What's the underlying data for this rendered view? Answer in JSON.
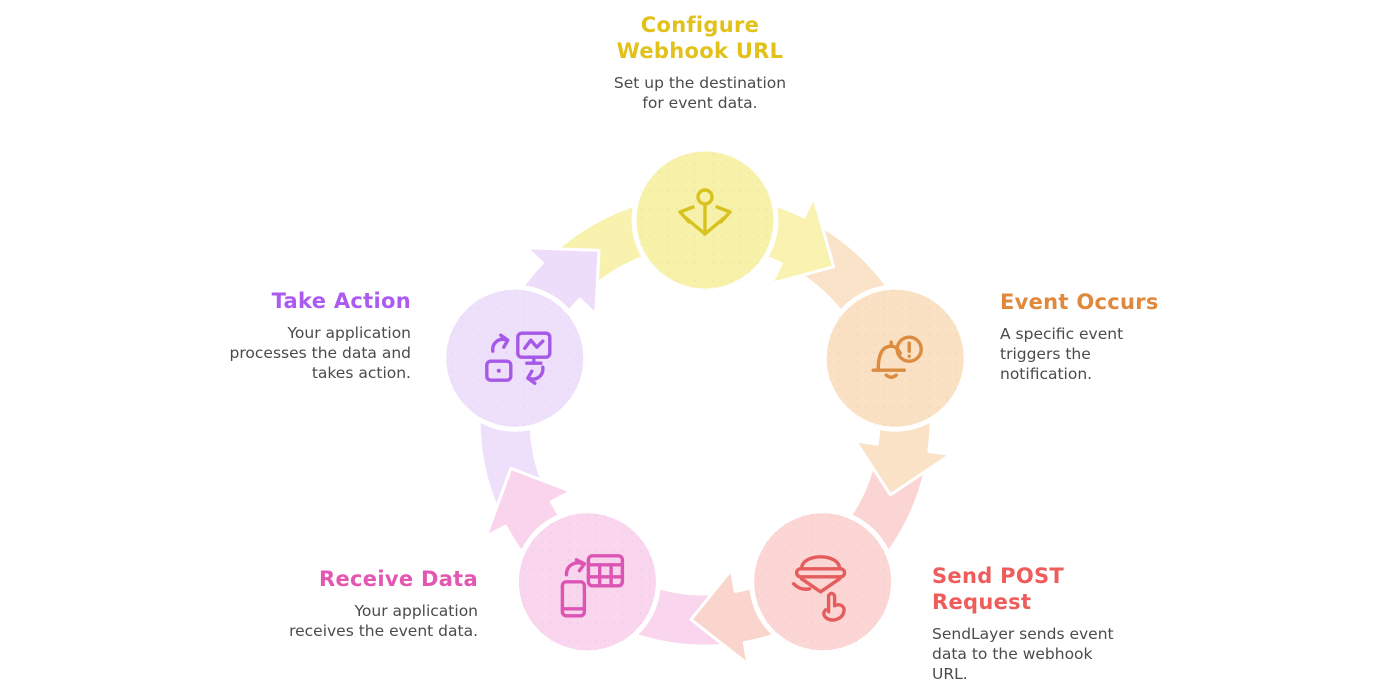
{
  "diagram": {
    "type": "cycle",
    "background": "#FFFFFF",
    "text_color": "#4B4B4B",
    "steps": [
      {
        "id": "configure-webhook-url",
        "position": "top",
        "title": "Configure\nWebhook URL",
        "description": "Set up the destination\nfor event data.",
        "title_color": "#E2C21A",
        "circle_fill": "#F7F1AA",
        "icon": "anchor-icon",
        "icon_color": "#D8C220"
      },
      {
        "id": "event-occurs",
        "position": "right",
        "title": "Event Occurs",
        "description": "A specific event\ntriggers the\nnotification.",
        "title_color": "#E0883C",
        "circle_fill": "#FAE1C3",
        "icon": "bell-alert-icon",
        "icon_color": "#DB8C40"
      },
      {
        "id": "send-post-request",
        "position": "bottom-right",
        "title": "Send POST\nRequest",
        "description": "SendLayer sends event\ndata to the webhook\nURL.",
        "title_color": "#EE5C5C",
        "circle_fill": "#FBD6D4",
        "icon": "tap-send-icon",
        "icon_color": "#E55C5C"
      },
      {
        "id": "receive-data",
        "position": "bottom-left",
        "title": "Receive Data",
        "description": "Your application\nreceives the event data.",
        "title_color": "#E356B1",
        "circle_fill": "#F9D5EE",
        "icon": "phone-to-table-icon",
        "icon_color": "#DC55B4"
      },
      {
        "id": "take-action",
        "position": "left",
        "title": "Take Action",
        "description": "Your application\nprocesses the data and\ntakes action.",
        "title_color": "#AB5AF2",
        "circle_fill": "#EEDFFB",
        "icon": "device-sync-icon",
        "icon_color": "#A659E6"
      }
    ],
    "arrows": [
      {
        "from": "configure-webhook-url",
        "to": "event-occurs",
        "fill": "#F9F2B0"
      },
      {
        "from": "event-occurs",
        "to": "send-post-request",
        "fill": "#FAE2C6"
      },
      {
        "from": "send-post-request",
        "to": "receive-data",
        "fill": "#FAD5CD"
      },
      {
        "from": "receive-data",
        "to": "take-action",
        "fill": "#F9D4EC"
      },
      {
        "from": "take-action",
        "to": "configure-webhook-url",
        "fill": "#EDDCFA"
      }
    ]
  }
}
